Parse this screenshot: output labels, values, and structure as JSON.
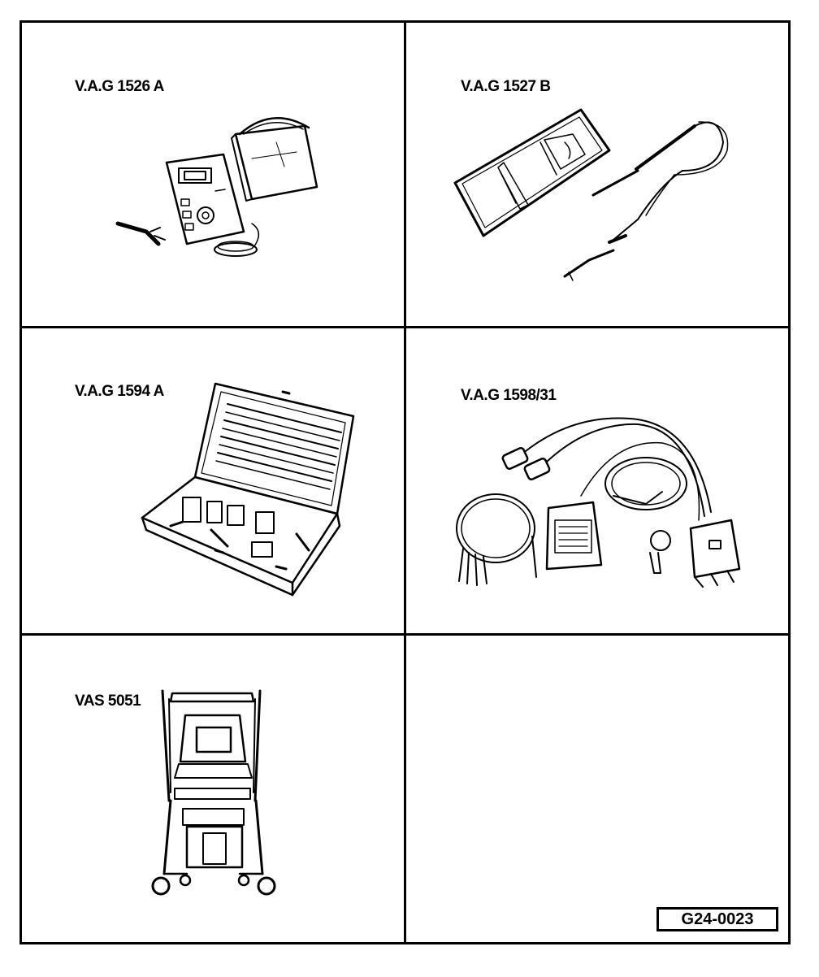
{
  "tools": [
    {
      "label": "V.A.G 1526 A",
      "icon": "multimeter-with-case-icon"
    },
    {
      "label": "V.A.G 1527 B",
      "icon": "voltage-tester-with-leads-icon"
    },
    {
      "label": "V.A.G 1594 A",
      "icon": "adapter-cable-set-case-icon"
    },
    {
      "label": "V.A.G 1598/31",
      "icon": "test-box-adapter-cables-icon"
    },
    {
      "label": "VAS 5051",
      "icon": "diagnostic-station-cart-icon"
    }
  ],
  "figure_ref": "G24-0023"
}
